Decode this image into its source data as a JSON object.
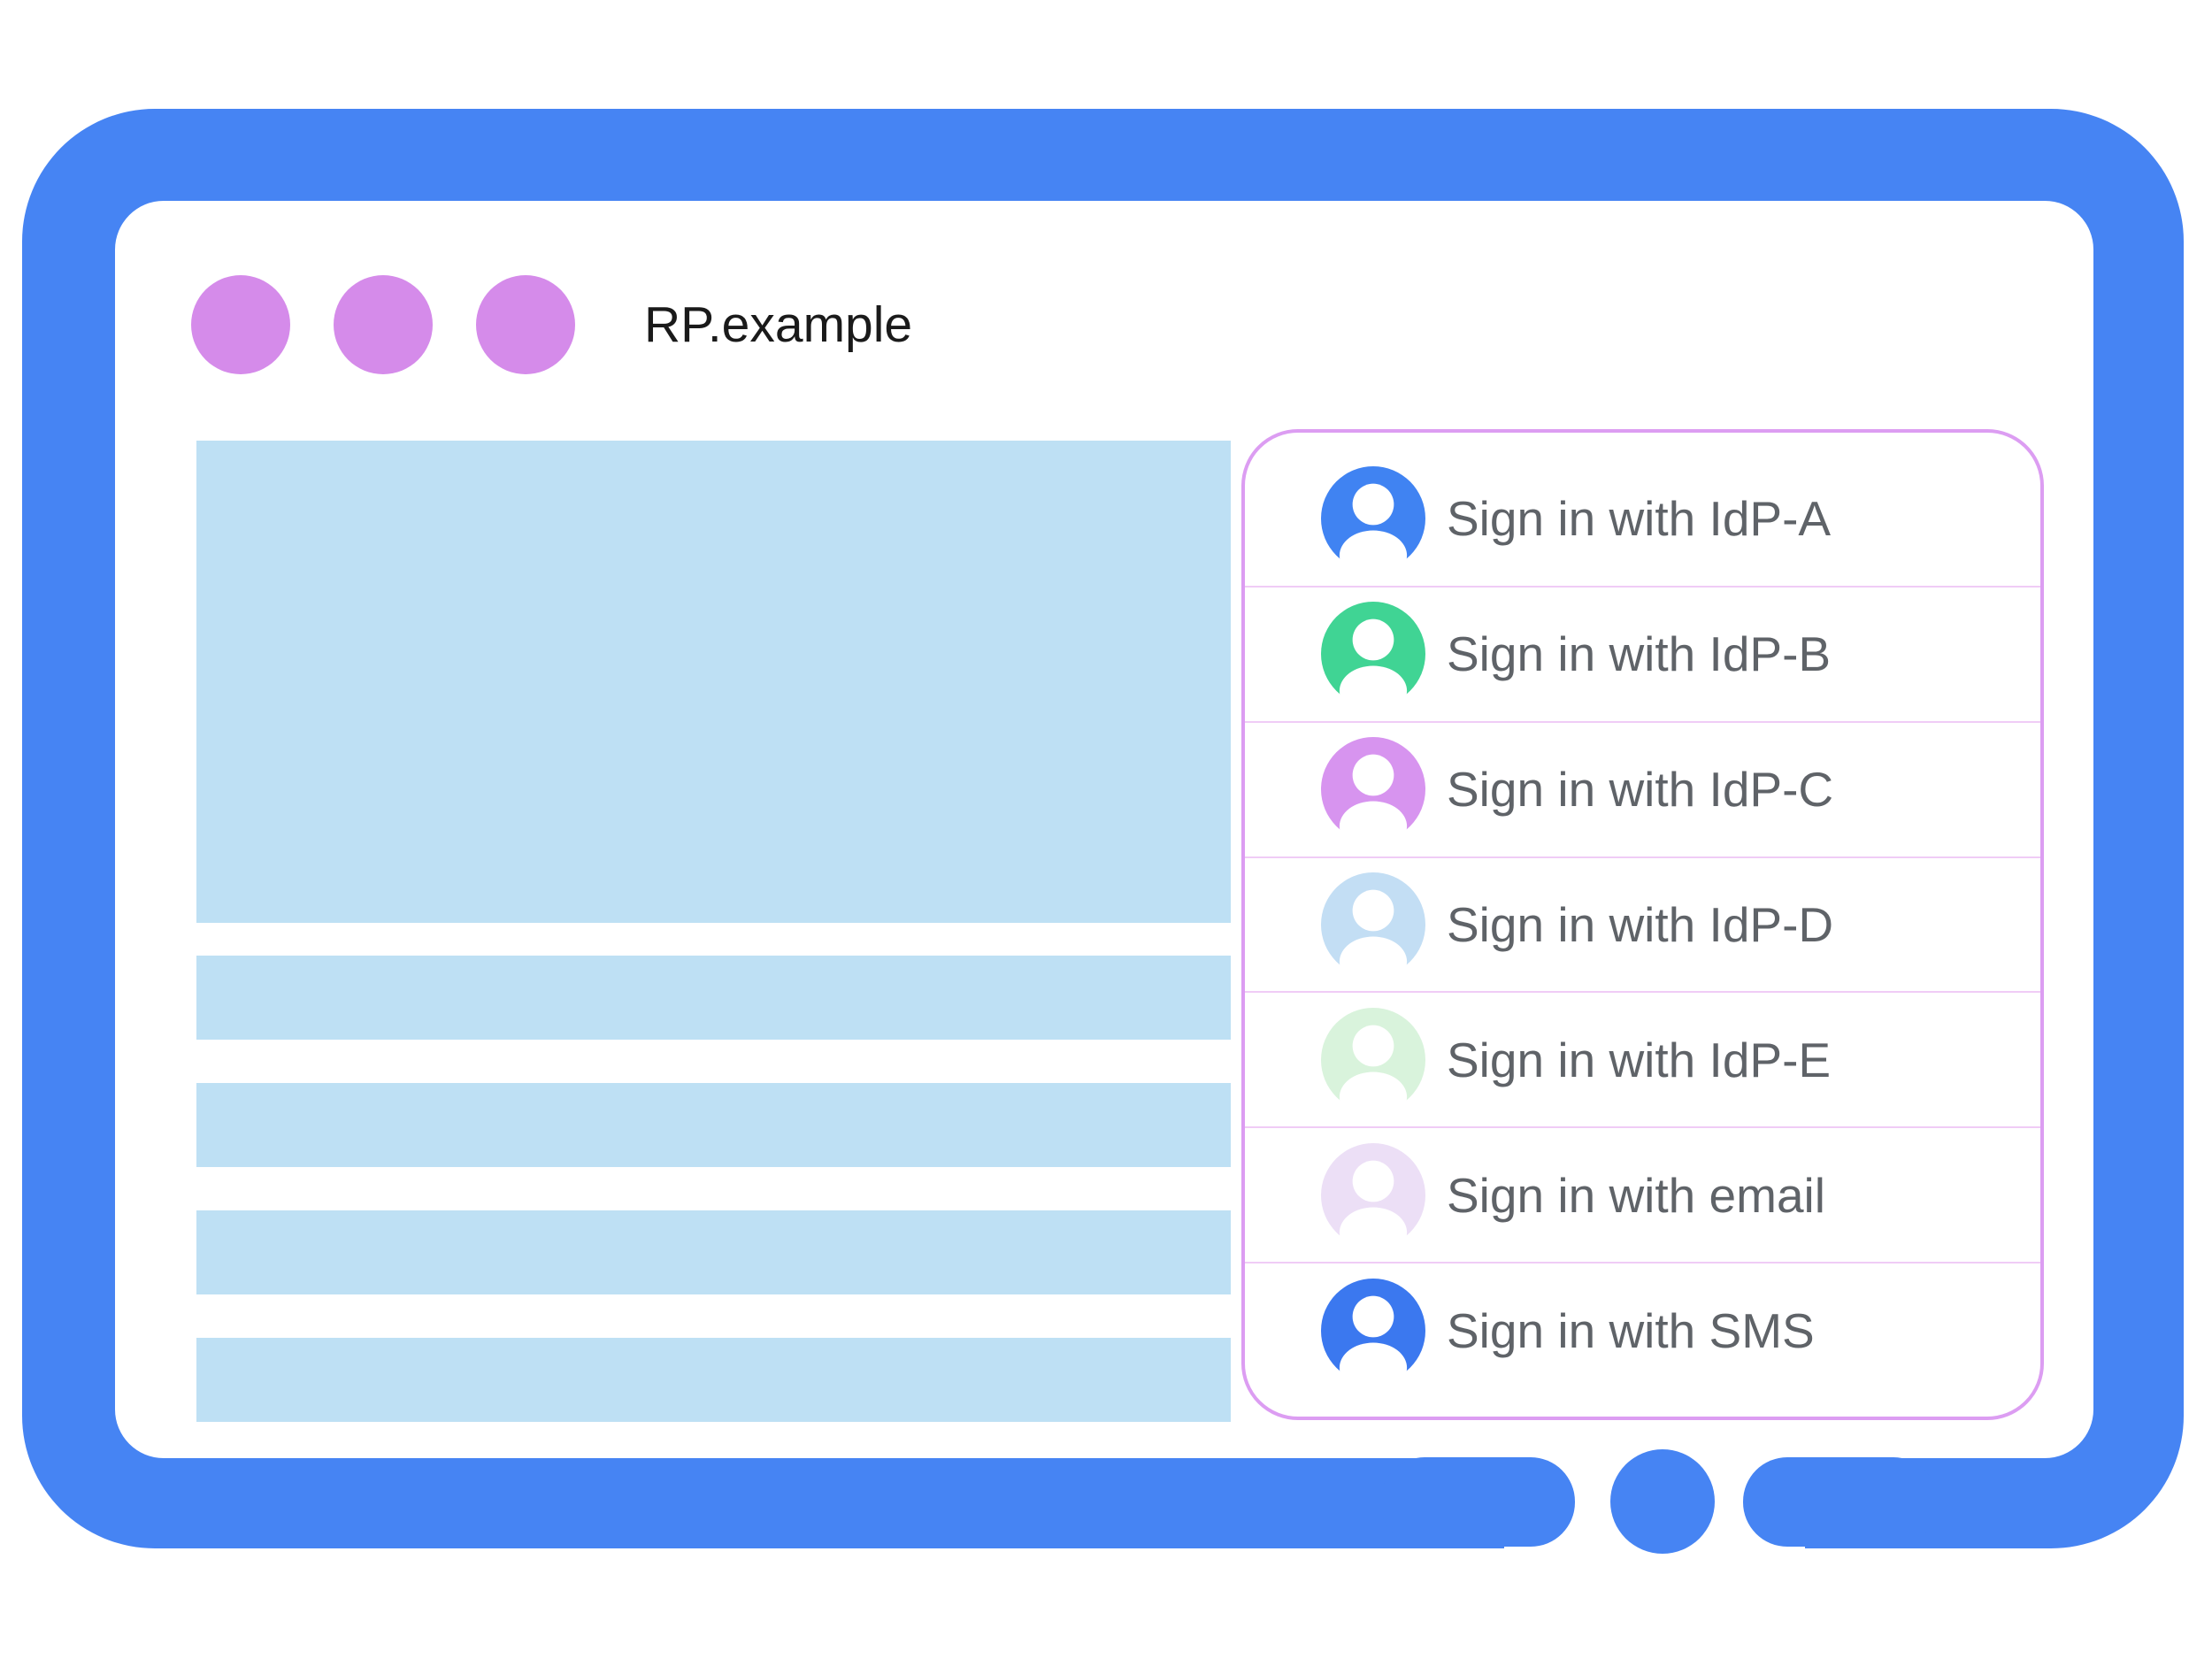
{
  "browser_window": {
    "title": "RP.example",
    "frame_color": "#4684f3",
    "window_dot_color": "#d58bea",
    "home_button_color": "#4684f3"
  },
  "page_placeholders": {
    "block_color": "#bee0f4"
  },
  "signin_panel": {
    "border_color": "#dc9df2",
    "divider_color": "#f0ccf6",
    "label_color": "#5f6368",
    "options": [
      {
        "label": "Sign in with IdP-A",
        "avatar_color": "#4083f2"
      },
      {
        "label": "Sign in with IdP-B",
        "avatar_color": "#40d494"
      },
      {
        "label": "Sign in with IdP-C",
        "avatar_color": "#d794ef"
      },
      {
        "label": "Sign in with IdP-D",
        "avatar_color": "#c3def4"
      },
      {
        "label": "Sign in with IdP-E",
        "avatar_color": "#d9f3dc"
      },
      {
        "label": "Sign in with email",
        "avatar_color": "#ecdff6"
      },
      {
        "label": "Sign in with SMS",
        "avatar_color": "#3b78ef"
      }
    ]
  }
}
